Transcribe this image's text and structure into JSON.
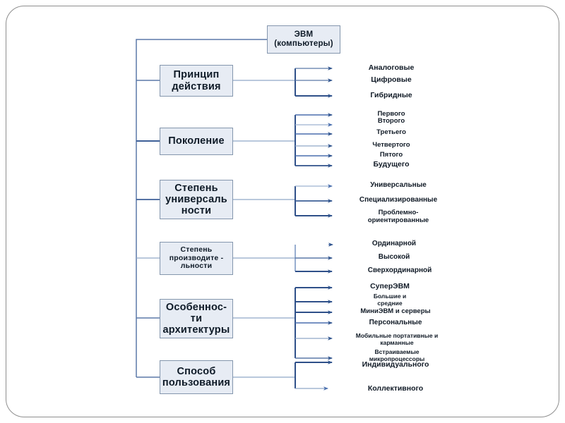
{
  "diagram": {
    "title_text": "ЭВМ (компьютеры)",
    "type": "hierarchical-classification-tree",
    "language": "ru",
    "colors": {
      "box_fill": "#e7ecf4",
      "box_border": "#8496ad",
      "connector": "#31558e",
      "connector_light": "#7f9ac4",
      "text": "#101a26",
      "frame_border": "#8e8e8e",
      "background": "#ffffff"
    },
    "root": {
      "line1": "ЭВМ",
      "line2": "(компьютеры)"
    },
    "branches": [
      {
        "id": "princip-deystviya",
        "label_lines": [
          "Принцип",
          "действия"
        ],
        "leaves": [
          "Аналоговые",
          "Цифровые",
          "Гибридные"
        ]
      },
      {
        "id": "pokolenie",
        "label_lines": [
          "Поколение"
        ],
        "leaves": [
          "Первого",
          "Второго",
          "Третьего",
          "Четвертого",
          "Пятого",
          "Будущего"
        ]
      },
      {
        "id": "stepen-universalnosti",
        "label_lines": [
          "Степень",
          "универсаль",
          "ности"
        ],
        "leaves": [
          "Универсальные",
          "Специализированные",
          "Проблемно-ориентированные"
        ]
      },
      {
        "id": "stepen-proizvoditelnosti",
        "label_lines": [
          "Степень",
          "производите -",
          "льности"
        ],
        "leaves": [
          "Ординарной",
          "Высокой",
          "Сверхординарной"
        ]
      },
      {
        "id": "osobennosti-arhitektury",
        "label_lines": [
          "Особеннос-",
          "ти",
          "архитектуры"
        ],
        "leaves": [
          "СуперЭВМ",
          "Большие и средние",
          "МиниЭВМ и серверы",
          "Персональные",
          "Мобильные портативные и карманные",
          "Встраиваемые микропроцессоры"
        ]
      },
      {
        "id": "sposob-polzovaniya",
        "label_lines": [
          "Способ",
          "пользования"
        ],
        "leaves": [
          "Индивидуального",
          "Коллективного"
        ]
      }
    ]
  }
}
